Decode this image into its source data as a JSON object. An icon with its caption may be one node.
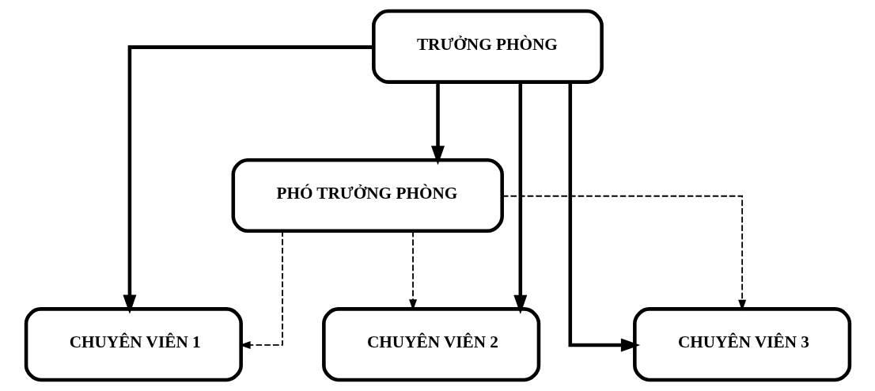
{
  "diagram": {
    "nodes": [
      {
        "text": [
          "TRƯỞNG PHÒNG"
        ]
      },
      {
        "text": [
          "PHÓ TRƯỞNG PHÒNG"
        ]
      },
      {
        "text": [
          "CHUYÊN VIÊN 1"
        ]
      },
      {
        "text": [
          "CHUYÊN VIÊN 2"
        ]
      },
      {
        "text": [
          "CHUYÊN VIÊN 3"
        ]
      }
    ],
    "edges": [
      {
        "from": 0,
        "to": 1,
        "arrow": "to"
      },
      {
        "from": 0,
        "to": 2,
        "arrow": "to"
      },
      {
        "from": 0,
        "to": 3,
        "arrow": "to"
      },
      {
        "from": 0,
        "to": 4,
        "arrow": "to"
      },
      {
        "from": 1,
        "to": 2,
        "arrow": "to",
        "style": "dashed"
      },
      {
        "from": 1,
        "to": 3,
        "arrow": "to",
        "style": "dashed"
      },
      {
        "from": 1,
        "to": 4,
        "arrow": "to",
        "style": "dashed"
      }
    ]
  }
}
